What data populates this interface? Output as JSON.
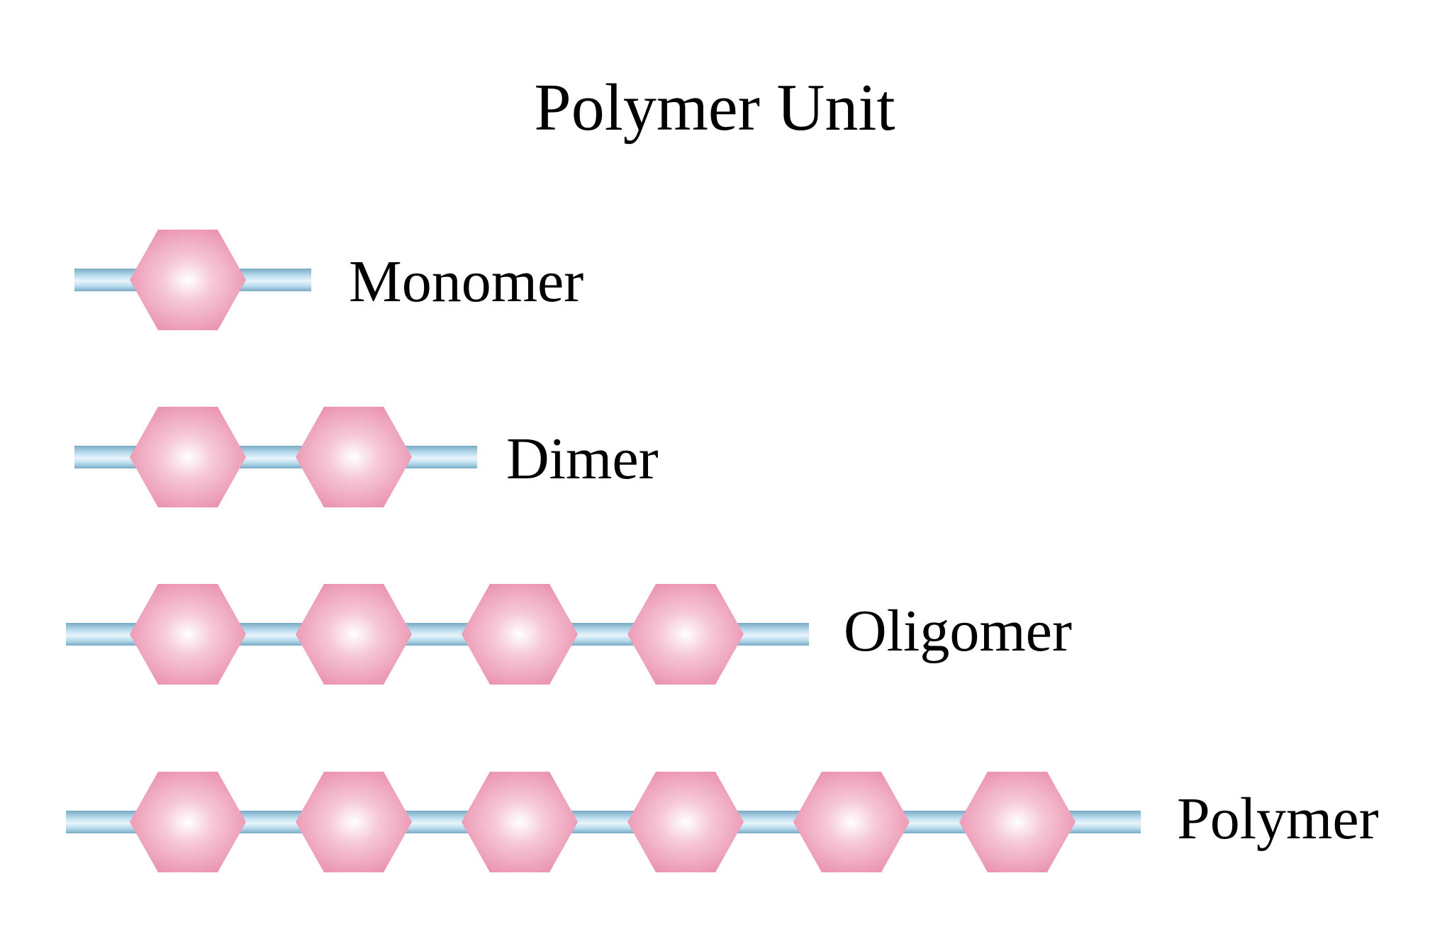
{
  "title": "Polymer Unit",
  "colors": {
    "unit_edge": "#e889a8",
    "unit_center": "#ffffff",
    "bond_light": "#e9f5fb",
    "bond_mid": "#b7dbec",
    "bond_dark": "#7aa9c4"
  },
  "rows": [
    {
      "label": "Monomer",
      "units": 1
    },
    {
      "label": "Dimer",
      "units": 2
    },
    {
      "label": "Oligomer",
      "units": 4
    },
    {
      "label": "Polymer",
      "units": 6
    }
  ]
}
